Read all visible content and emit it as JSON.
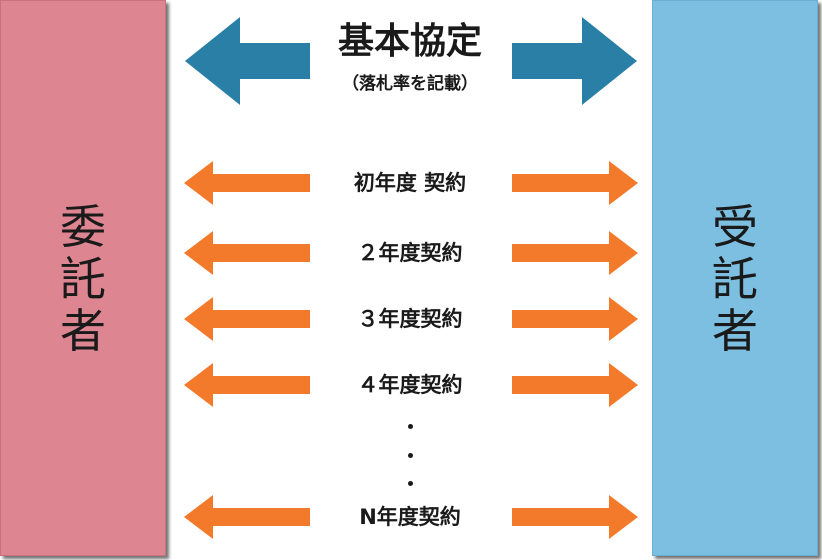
{
  "left_party": {
    "chars": [
      "委",
      "託",
      "者"
    ],
    "color": "#dd8591"
  },
  "right_party": {
    "chars": [
      "受",
      "託",
      "者"
    ],
    "color": "#7dbfe0"
  },
  "basic_agreement": {
    "title": "基本協定",
    "subtitle": "（落札率を記載）",
    "arrow_color": "#2a7fa6"
  },
  "contracts": {
    "arrow_color": "#f37a2a",
    "rows": [
      {
        "label": "初年度 契約"
      },
      {
        "label": "２年度契約"
      },
      {
        "label": "３年度契約"
      },
      {
        "label": "４年度契約"
      },
      {
        "label": "N年度契約"
      }
    ],
    "ellipsis": "・・・"
  }
}
